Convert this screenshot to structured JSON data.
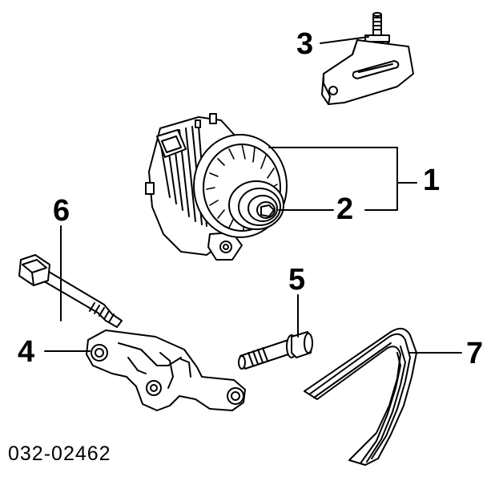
{
  "callouts": {
    "c1": "1",
    "c2": "2",
    "c3": "3",
    "c4": "4",
    "c5": "5",
    "c6": "6",
    "c7": "7"
  },
  "diagram_number": "032-02462",
  "colors": {
    "ink": "#000000",
    "paper": "#ffffff"
  }
}
